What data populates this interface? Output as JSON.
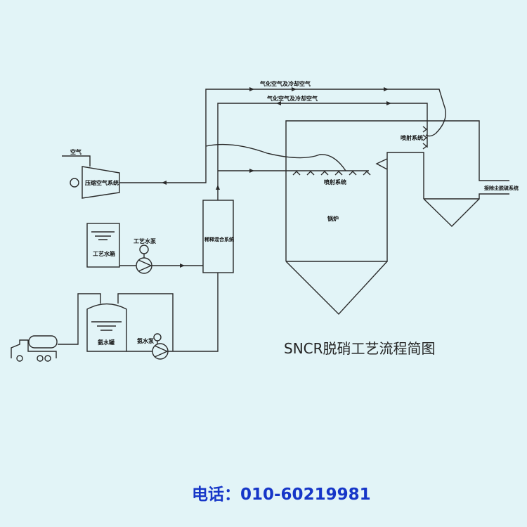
{
  "diagram": {
    "title": "SNCR脱硝工艺流程简图",
    "phone": "电话：010-60219981",
    "labels": {
      "atomizing_air_1": "气化空气及冷却空气",
      "atomizing_air_2": "气化空气及冷却空气",
      "injection_upper": "喷射系统",
      "injection_lower": "喷射系统",
      "air_in": "空气",
      "compressed_air": "压缩空气系统",
      "water_tank": "工艺水箱",
      "water_pump": "工艺水泵",
      "mixing": "稀释混合系统",
      "ammonia_tank": "氨水罐",
      "ammonia_pump": "氨水泵",
      "boiler": "锅炉",
      "to_desulfurization": "接除尘脱硫系统"
    },
    "colors": {
      "line": "#2a2a2a",
      "phone": "#1636c8",
      "background": "#e2f4f7"
    }
  }
}
